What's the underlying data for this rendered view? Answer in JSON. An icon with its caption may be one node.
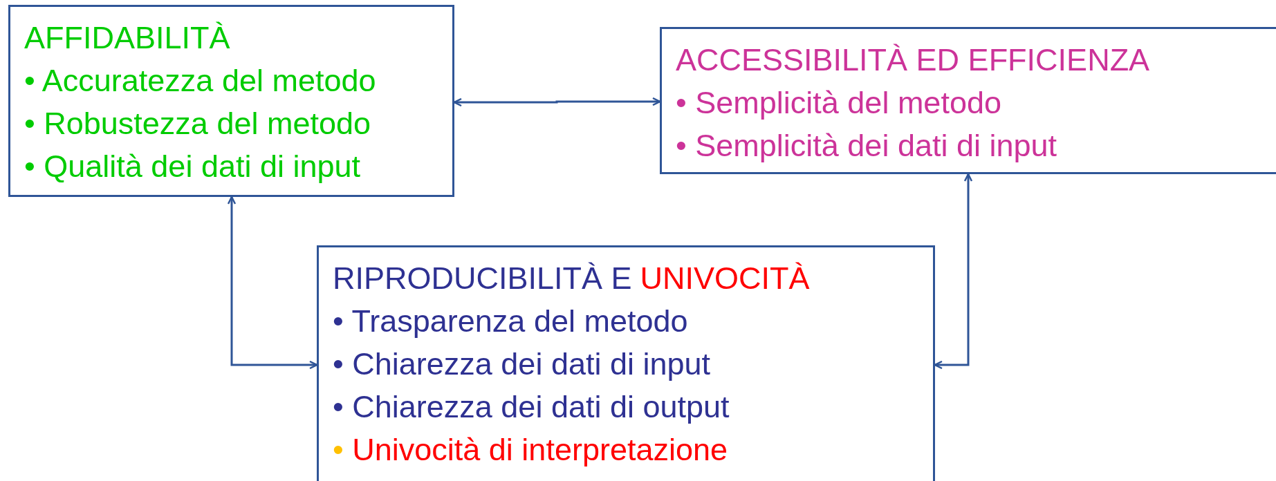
{
  "diagram": {
    "nodes": [
      {
        "text": [
          "AFFIDABILITÀ",
          "• Accuratezza del metodo",
          "• Robustezza del metodo",
          "• Qualità dei dati di input"
        ]
      },
      {
        "text": [
          "ACCESSIBILITÀ ED EFFICIENZA",
          "• Semplicità del metodo",
          "• Semplicità dei dati di input"
        ]
      },
      {
        "text": [
          "RIPRODUCIBILITÀ E",
          "UNIVOCITÀ",
          "• Trasparenza del metodo",
          "• Chiarezza dei dati di input",
          "• Chiarezza dei dati di output",
          "• Univocità di interpretazione"
        ]
      }
    ],
    "edges": [
      {
        "from": 0,
        "to": 1,
        "arrow": "both"
      },
      {
        "from": 0,
        "to": 2,
        "arrow": "both"
      },
      {
        "from": 1,
        "to": 2,
        "arrow": "both"
      }
    ]
  }
}
